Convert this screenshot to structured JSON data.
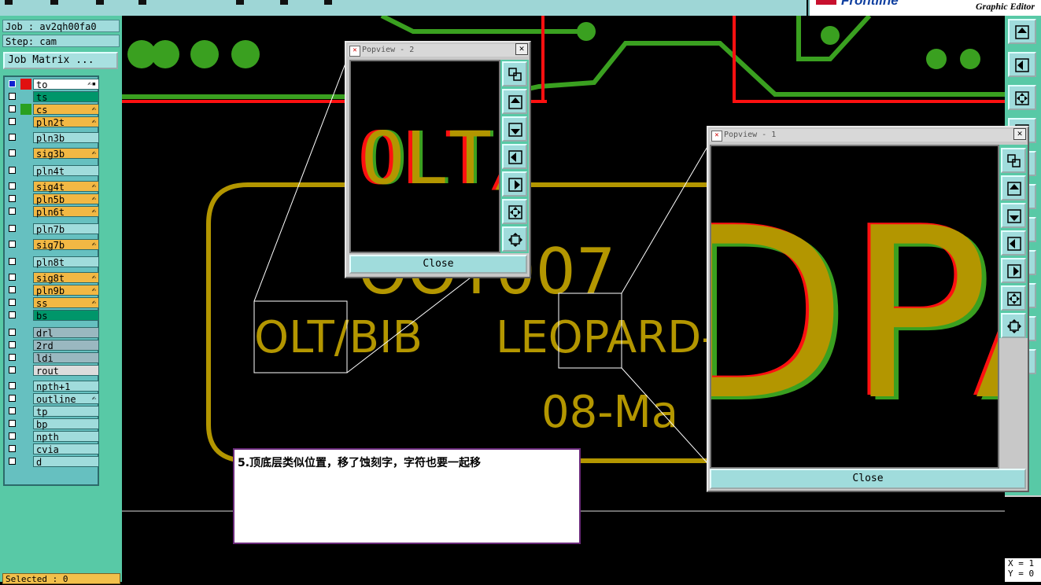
{
  "app": {
    "subtitle": "Graphic Editor",
    "brand": "Frontline"
  },
  "job_info": {
    "job_line": "Job : av2qh00fa0",
    "step_line": "Step: cam",
    "job_matrix_button": "Job Matrix ..."
  },
  "layers": [
    {
      "name": "to",
      "color": "#ffffff",
      "swatch": "#e01010",
      "selected": true,
      "mark": "✍▪"
    },
    {
      "name": "ts",
      "color": "#00966a",
      "swatch": "",
      "mark": ""
    },
    {
      "name": "cs",
      "color": "#f2b844",
      "swatch": "#2aa020",
      "mark": "✍"
    },
    {
      "name": "pln2t",
      "color": "#f2b844",
      "swatch": "",
      "mark": "✍"
    },
    {
      "name": "pln3b",
      "color": "#a0dcdc",
      "swatch": "",
      "mark": ""
    },
    {
      "name": "sig3b",
      "color": "#f2b844",
      "swatch": "",
      "mark": "✍"
    },
    {
      "name": "pln4t",
      "color": "#a0dcdc",
      "swatch": "",
      "mark": ""
    },
    {
      "name": "sig4t",
      "color": "#f2b844",
      "swatch": "",
      "mark": "✍"
    },
    {
      "name": "pln5b",
      "color": "#f2b844",
      "swatch": "",
      "mark": "✍"
    },
    {
      "name": "pln6t",
      "color": "#f2b844",
      "swatch": "",
      "mark": "✍"
    },
    {
      "name": "pln7b",
      "color": "#a0dcdc",
      "swatch": "",
      "mark": ""
    },
    {
      "name": "sig7b",
      "color": "#f2b844",
      "swatch": "",
      "mark": "✍"
    },
    {
      "name": "pln8t",
      "color": "#a0dcdc",
      "swatch": "",
      "mark": ""
    },
    {
      "name": "sig8t",
      "color": "#f2b844",
      "swatch": "",
      "mark": "✍"
    },
    {
      "name": "pln9b",
      "color": "#f2b844",
      "swatch": "",
      "mark": "✍"
    },
    {
      "name": "ss",
      "color": "#f2b844",
      "swatch": "",
      "mark": "✍"
    },
    {
      "name": "bs",
      "color": "#00966a",
      "swatch": "",
      "mark": ""
    },
    {
      "name": "drl",
      "color": "#9ab8c0",
      "swatch": "",
      "mark": ""
    },
    {
      "name": "2rd",
      "color": "#9ab8c0",
      "swatch": "",
      "mark": ""
    },
    {
      "name": "ldi",
      "color": "#9ab8c0",
      "swatch": "",
      "mark": ""
    },
    {
      "name": "rout",
      "color": "#dcdcdc",
      "swatch": "",
      "mark": ""
    },
    {
      "name": "npth+1",
      "color": "#a0dcdc",
      "swatch": "",
      "mark": ""
    },
    {
      "name": "outline",
      "color": "#a0dcdc",
      "swatch": "",
      "mark": "✍"
    },
    {
      "name": "tp",
      "color": "#a0dcdc",
      "swatch": "",
      "mark": ""
    },
    {
      "name": "bp",
      "color": "#a0dcdc",
      "swatch": "",
      "mark": ""
    },
    {
      "name": "npth",
      "color": "#a0dcdc",
      "swatch": "",
      "mark": ""
    },
    {
      "name": "cvia",
      "color": "#a0dcdc",
      "swatch": "",
      "mark": ""
    },
    {
      "name": "d",
      "color": "#a0dcdc",
      "swatch": "",
      "mark": ""
    }
  ],
  "status": {
    "selected": "Selected : 0",
    "coord_x": "X = 1",
    "coord_y": "Y = 0"
  },
  "board": {
    "text_top": "OOT007",
    "text_line1a": "OLT/BIB",
    "text_line1b": "LEOPARD-",
    "text_line2": "08-Ma"
  },
  "popview2": {
    "title": "Popview - 2",
    "zoom_text": "OLT/",
    "close_label": "Close"
  },
  "popview1": {
    "title": "Popview - 1",
    "zoom_text": "DPA",
    "close_label": "Close"
  },
  "note": {
    "text": "5.顶底层类似位置，移了蚀刻字，字符也要一起移"
  },
  "colors": {
    "copper": "#b39600",
    "trace_green": "#3aa020",
    "red": "#ff1010",
    "panel": "#58c9a6"
  }
}
